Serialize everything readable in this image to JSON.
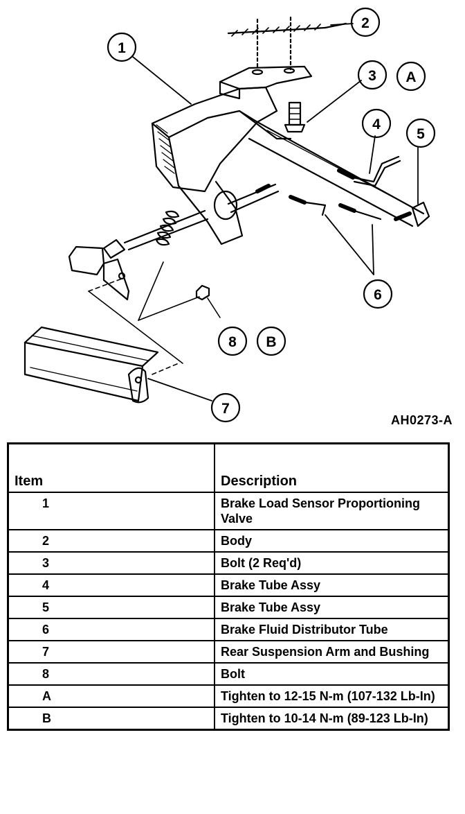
{
  "figure": {
    "id": "AH0273-A",
    "callouts": [
      "1",
      "2",
      "3",
      "A",
      "4",
      "5",
      "6",
      "8",
      "B",
      "7"
    ]
  },
  "legend": {
    "headers": {
      "item": "Item",
      "description": "Description"
    },
    "rows": [
      {
        "item": "1",
        "description": "Brake Load Sensor Proportioning Valve"
      },
      {
        "item": "2",
        "description": "Body"
      },
      {
        "item": "3",
        "description": "Bolt (2 Req'd)"
      },
      {
        "item": "4",
        "description": "Brake Tube Assy"
      },
      {
        "item": "5",
        "description": "Brake Tube Assy"
      },
      {
        "item": "6",
        "description": "Brake Fluid Distributor Tube"
      },
      {
        "item": "7",
        "description": "Rear Suspension Arm and Bushing"
      },
      {
        "item": "8",
        "description": "Bolt"
      },
      {
        "item": "A",
        "description": "Tighten to 12-15 N-m (107-132 Lb-In)"
      },
      {
        "item": "B",
        "description": "Tighten to 10-14 N-m (89-123 Lb-In)"
      }
    ]
  }
}
